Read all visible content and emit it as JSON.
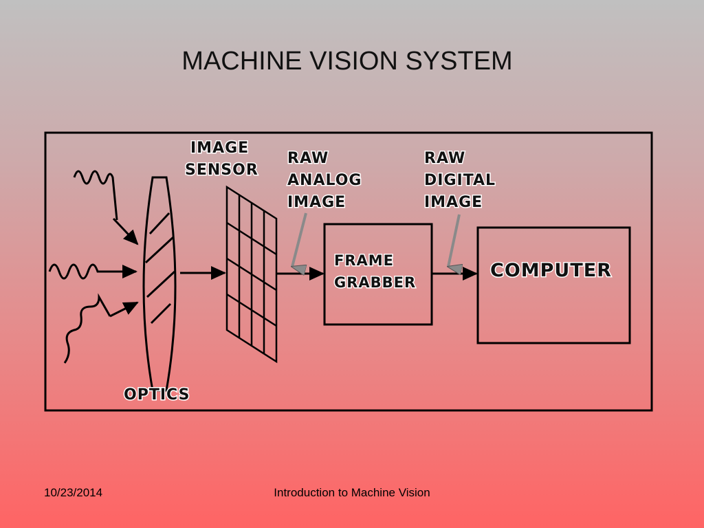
{
  "slide": {
    "title": "MACHINE VISION SYSTEM",
    "footer_date": "10/23/2014",
    "footer_text": "Introduction to Machine Vision"
  },
  "diagram": {
    "image_sensor_line1": "IMAGE",
    "image_sensor_line2": "SENSOR",
    "raw_analog_line1": "RAW",
    "raw_analog_line2": "ANALOG",
    "raw_analog_line3": "IMAGE",
    "raw_digital_line1": "RAW",
    "raw_digital_line2": "DIGITAL",
    "raw_digital_line3": "IMAGE",
    "frame_grabber_line1": "FRAME",
    "frame_grabber_line2": "GRABBER",
    "computer": "COMPUTER",
    "optics": "OPTICS"
  },
  "colors": {
    "background_top": "#c0c0c0",
    "background_bottom": "#ff6464",
    "line": "#000000",
    "label_outline": "#ffffff"
  }
}
